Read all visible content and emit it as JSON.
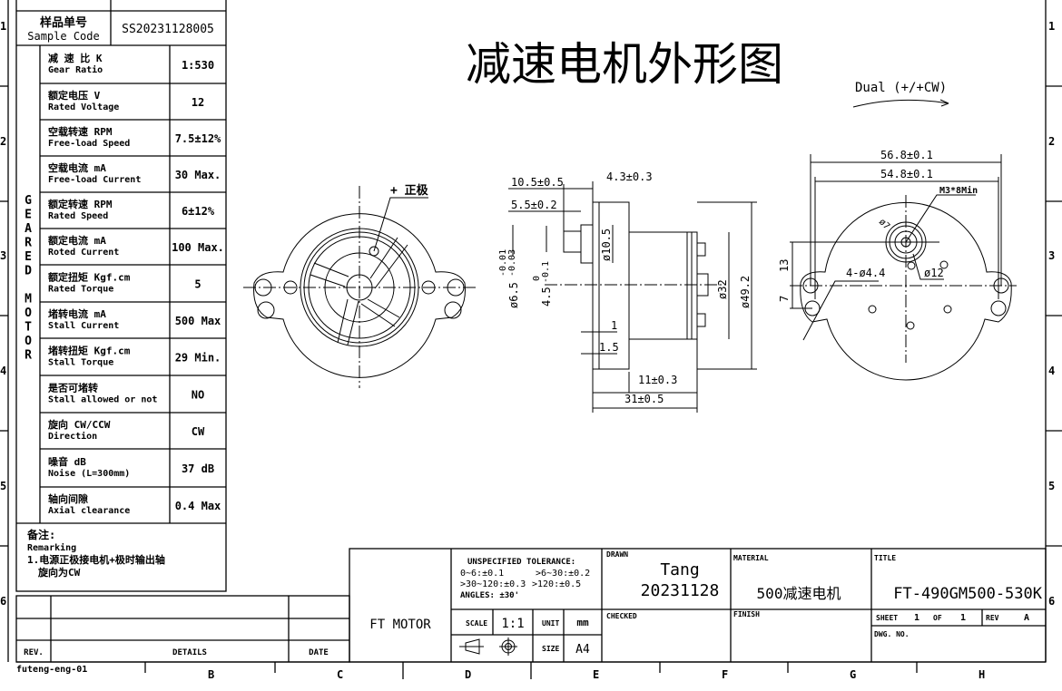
{
  "title": "减速电机外形图",
  "rotation_note": "Dual (+/+CW)",
  "zones": {
    "rows": [
      "1",
      "2",
      "3",
      "4",
      "5",
      "6"
    ],
    "cols": [
      "B",
      "C",
      "D",
      "E",
      "F",
      "G",
      "H"
    ]
  },
  "spec_table": {
    "sample_code_cn": "样品单号",
    "sample_code_en": "Sample Code",
    "sample_code": "SS20231128005",
    "side_label": [
      "G",
      "E",
      "A",
      "R",
      "E",
      "D",
      "",
      "M",
      "O",
      "T",
      "O",
      "R"
    ],
    "rows": [
      {
        "cn": "减 速 比 K",
        "en": "Gear Ratio",
        "value": "1:530"
      },
      {
        "cn": "额定电压 V",
        "en": "Rated Voltage",
        "value": "12"
      },
      {
        "cn": "空载转速 RPM",
        "en": "Free-load Speed",
        "value": "7.5±12%"
      },
      {
        "cn": "空载电流 mA",
        "en": "Free-load Current",
        "value": "30 Max."
      },
      {
        "cn": "额定转速 RPM",
        "en": "Rated Speed",
        "value": "6±12%"
      },
      {
        "cn": "额定电流 mA",
        "en": "Roted Current",
        "value": "100 Max."
      },
      {
        "cn": "额定扭矩 Kgf.cm",
        "en": "Rated Torque",
        "value": "5"
      },
      {
        "cn": "堵转电流 mA",
        "en": "Stall Current",
        "value": "500 Max"
      },
      {
        "cn": "堵转扭矩 Kgf.cm",
        "en": "Stall Torque",
        "value": "29 Min."
      },
      {
        "cn": "是否可堵转",
        "en": "Stall allowed or not",
        "value": "NO"
      },
      {
        "cn": "旋向 CW/CCW",
        "en": "Direction",
        "value": "CW"
      },
      {
        "cn": "噪音 dB",
        "en": "Noise (L=300mm)",
        "value": "37 dB"
      },
      {
        "cn": "轴向间隙",
        "en": "Axial clearance",
        "value": "0.4 Max"
      }
    ],
    "remarks_cn": "备注:",
    "remarks_en": "Remarking",
    "remark_1": "1.电源正极接电机+极时输出轴",
    "remark_1b": "旋向为CW"
  },
  "revision_table": {
    "rev": "REV.",
    "details": "DETAILS",
    "date": "DATE"
  },
  "template_id": "futeng-eng-01",
  "front_view": {
    "polarity_label": "+ 正极"
  },
  "side_view": {
    "dims": [
      "10.5±0.5",
      "4.3±0.3",
      "5.5±0.2",
      "ø10.5",
      "ø6.5",
      "-0.01",
      "-0.03",
      "4.5",
      "0",
      "-0.1",
      "ø32",
      "ø49.2",
      "1",
      "1.5",
      "11±0.3",
      "31±0.5"
    ]
  },
  "rear_view": {
    "dims": [
      "56.8±0.1",
      "54.8±0.1",
      "M3*8Min",
      "ø7",
      "13",
      "4-ø4.4",
      "ø12",
      "7"
    ]
  },
  "title_block": {
    "company": "FT MOTOR",
    "tolerance_title": "UNSPECIFIED TOLERANCE:",
    "tol_1": "0~6:±0.1",
    "tol_2": ">6~30:±0.2",
    "tol_3": ">30~120:±0.3",
    "tol_4": ">120:±0.5",
    "angles": "ANGLES:  ±30'",
    "scale_label": "SCALE",
    "scale": "1:1",
    "unit_label": "UNIT",
    "unit": "mm",
    "size_label": "SIZE",
    "size": "A4",
    "drawn_label": "DRAWN",
    "drawn_by": "Tang",
    "drawn_date": "20231128",
    "checked_label": "CHECKED",
    "material_label": "MATERIAL",
    "material": "500减速电机",
    "finish_label": "FINISH",
    "title_label": "TITLE",
    "part_title": "FT-490GM500-530K",
    "sheet_label": "SHEET",
    "sheet": "1",
    "of_label": "OF",
    "of": "1",
    "rev_label": "REV",
    "rev": "A",
    "dwg_no_label": "DWG. NO."
  }
}
